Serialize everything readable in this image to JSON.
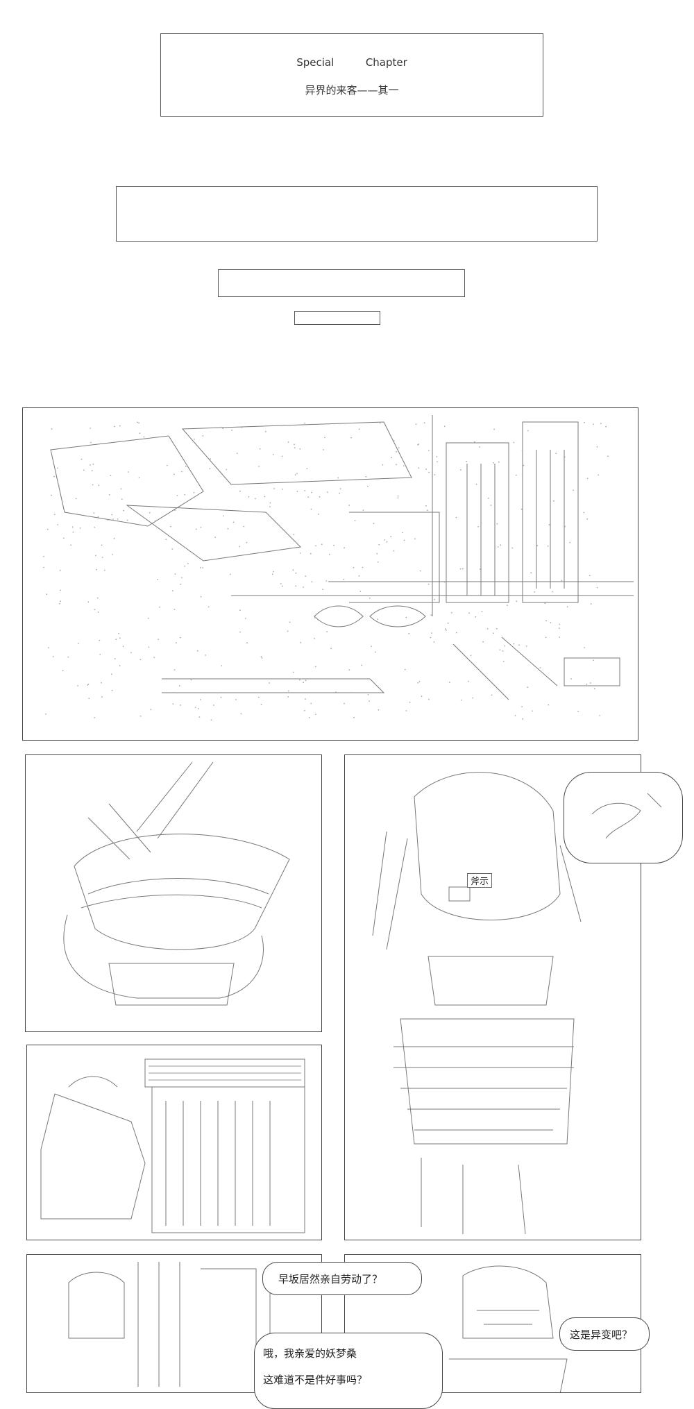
{
  "chapter": {
    "label_left": "Special",
    "label_right": "Chapter",
    "subtitle": "异界的来客——其一"
  },
  "dialogue": {
    "bubble_1": "早坂居然亲自劳动了？",
    "bubble_2_line_1": "哦，我亲爱的妖梦桑",
    "bubble_2_line_2": "这难道不是件好事吗？",
    "bubble_3": "这是异变吧？"
  },
  "sign_text": "斧示"
}
